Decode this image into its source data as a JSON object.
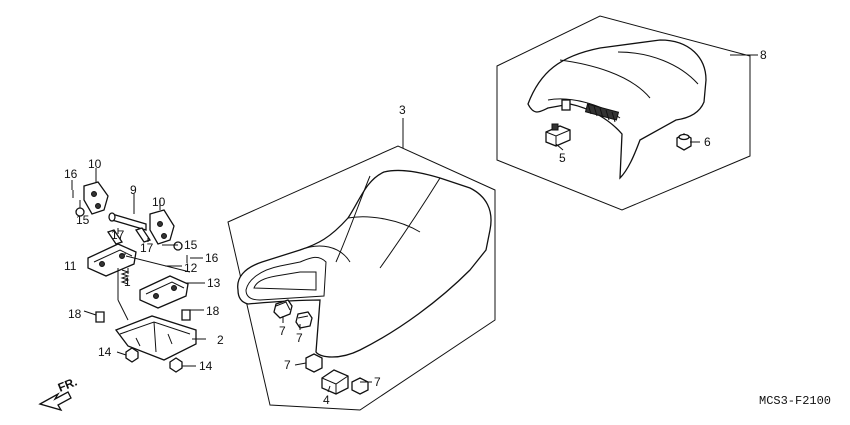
{
  "callouts": {
    "p1": "1",
    "p2": "2",
    "p3": "3",
    "p4": "4",
    "p5": "5",
    "p6": "6",
    "p7a": "7",
    "p7b": "7",
    "p7c": "7",
    "p7d": "7",
    "p8": "8",
    "p9": "9",
    "p10a": "10",
    "p10b": "10",
    "p11": "11",
    "p12": "12",
    "p13": "13",
    "p14a": "14",
    "p14b": "14",
    "p15a": "15",
    "p15b": "15",
    "p16a": "16",
    "p16b": "16",
    "p17a": "17",
    "p17b": "17",
    "p18a": "18",
    "p18b": "18"
  },
  "front_label": "FR.",
  "diagram_code": "MCS3-F2100"
}
